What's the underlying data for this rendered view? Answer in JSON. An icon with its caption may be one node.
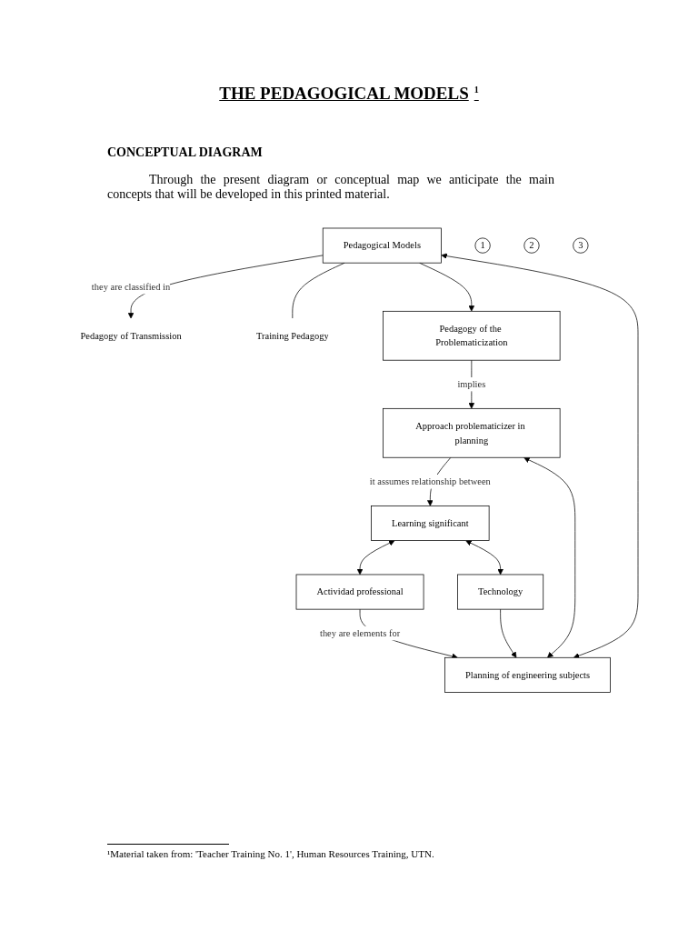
{
  "diagram": {
    "title": "THE PEDAGOGICAL MODELS",
    "nodes": [
      {
        "text": [
          "Pedagogical Models"
        ]
      },
      {
        "text": [
          "1"
        ]
      },
      {
        "text": [
          "Pedagogy of Transmission"
        ]
      },
      {
        "text": [
          "Training Pedagogy"
        ]
      },
      {
        "text": [
          "Pedagogy of the Problematicization"
        ]
      },
      {
        "text": [
          "Approach problematicizer in planning"
        ]
      },
      {
        "text": [
          "2"
        ]
      },
      {
        "text": [
          "Learning significant"
        ]
      },
      {
        "text": [
          "Actividad professional"
        ]
      },
      {
        "text": [
          "Technology"
        ]
      },
      {
        "text": [
          "Planning of engineering subjects"
        ]
      },
      {
        "text": [
          "3"
        ]
      }
    ],
    "edges": [
      {
        "from": 0,
        "to": 2,
        "arrow": "to",
        "label": "they are classified in"
      },
      {
        "from": 0,
        "to": 3,
        "arrow": "none"
      },
      {
        "from": 0,
        "to": 4,
        "arrow": "to"
      },
      {
        "from": 4,
        "to": 5,
        "arrow": "to",
        "label": "implies"
      },
      {
        "from": 5,
        "to": 7,
        "arrow": "to",
        "label": "it assumes relationship between"
      },
      {
        "from": 7,
        "to": 8,
        "arrow": "both"
      },
      {
        "from": 7,
        "to": 9,
        "arrow": "both"
      },
      {
        "from": 8,
        "to": 10,
        "arrow": "to",
        "label": "they are elements for"
      },
      {
        "from": 9,
        "to": 10,
        "arrow": "to"
      },
      {
        "from": 5,
        "to": 10,
        "arrow": "both"
      },
      {
        "from": 0,
        "to": 10,
        "arrow": "both"
      }
    ],
    "labels": [
      "1",
      "CONCEPTUAL DIAGRAM",
      "Through the present diagram or conceptual map we anticipate the main concepts that will be developed in this printed material.",
      "¹Material taken from: 'Teacher Training No. 1', Human Resources Training, UTN."
    ]
  }
}
